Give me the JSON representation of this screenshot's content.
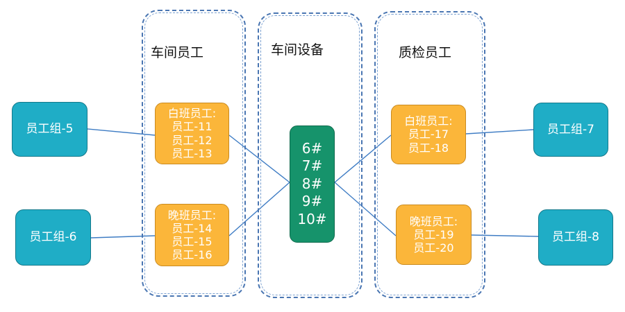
{
  "columns": {
    "workshop_staff": {
      "title": "车间员工"
    },
    "workshop_equipment": {
      "title": "车间设备"
    },
    "qc_staff": {
      "title": "质检员工"
    }
  },
  "teams": {
    "team5": "员工组-5",
    "team6": "员工组-6",
    "team7": "员工组-7",
    "team8": "员工组-8"
  },
  "shifts": {
    "workshop_day": {
      "title": "白班员工:",
      "members": [
        "员工-11",
        "员工-12",
        "员工-13"
      ]
    },
    "workshop_night": {
      "title": "晚班员工:",
      "members": [
        "员工-14",
        "员工-15",
        "员工-16"
      ]
    },
    "qc_day": {
      "title": "白班员工:",
      "members": [
        "员工-17",
        "员工-18"
      ]
    },
    "qc_night": {
      "title": "晚班员工:",
      "members": [
        "员工-19",
        "员工-20"
      ]
    }
  },
  "equipment": {
    "items": [
      "6#",
      "7#",
      "8#",
      "9#",
      "10#"
    ]
  },
  "colors": {
    "team": "#1fadc6",
    "shift": "#fbb63a",
    "equipment": "#16936b",
    "connector": "#3e7cc4",
    "group_border": "#4a76b2"
  }
}
